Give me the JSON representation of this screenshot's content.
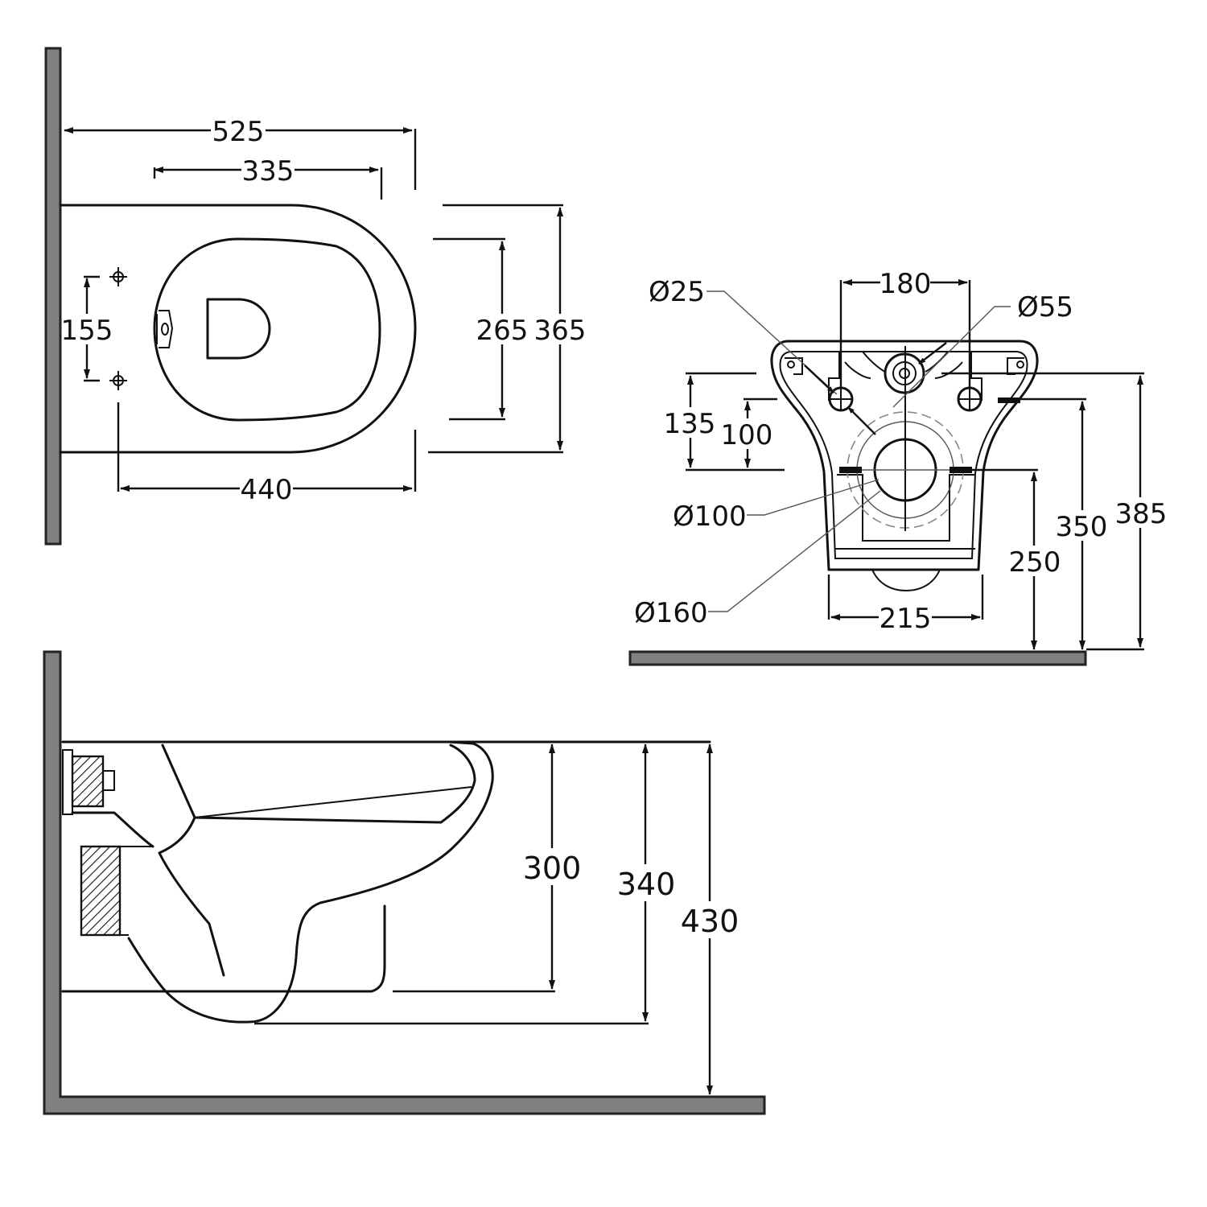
{
  "top_view": {
    "overall_length": "525",
    "seat_length": "335",
    "fixing_spacing": "155",
    "seat_width": "265",
    "overall_width": "365",
    "fixing_to_front": "440"
  },
  "back_view": {
    "fixing_hole_diameter": "Ø25",
    "fixing_centres": "180",
    "water_inlet_diameter": "Ø55",
    "inlet_height_135": "135",
    "inlet_height_100": "100",
    "outlet_diameter": "Ø100",
    "outlet_ring_diameter": "Ø160",
    "outlet_width": "215",
    "outlet_height": "250",
    "fixing_height": "350",
    "top_height": "385"
  },
  "side_view": {
    "rim_to_base": "300",
    "rim_to_bottom": "340",
    "rim_to_floor": "430"
  }
}
